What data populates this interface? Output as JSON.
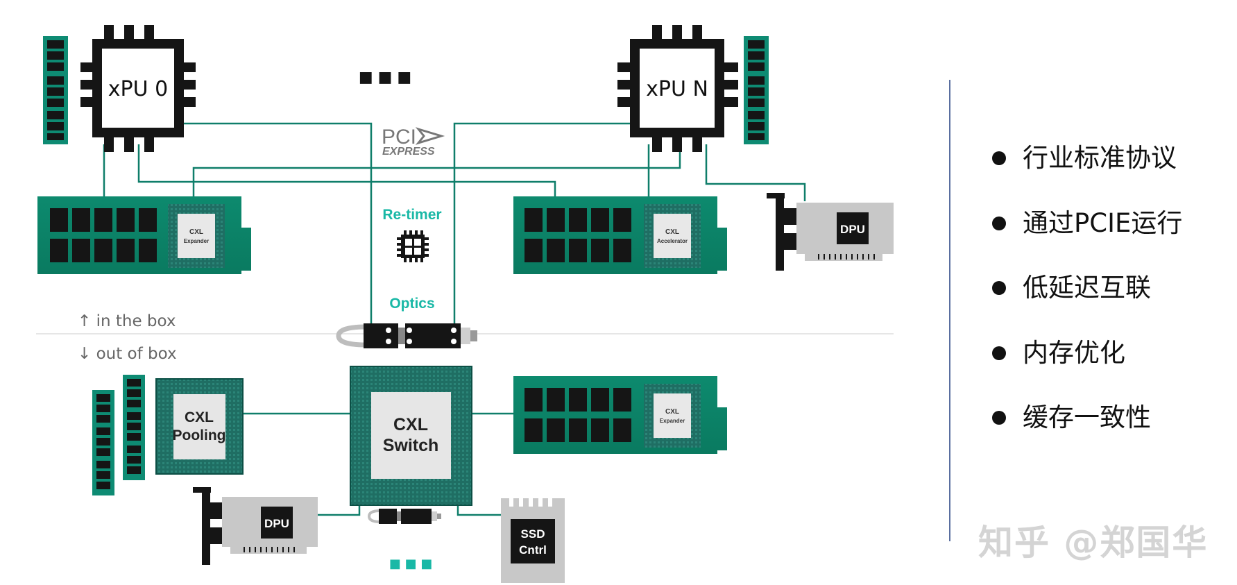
{
  "diagram": {
    "cpu_left": "xPU 0",
    "cpu_right": "xPU N",
    "top_ellipsis": "■ ■ ■",
    "bottom_ellipsis": "■ ■ ■",
    "pcie_logo_top": "PCI",
    "pcie_logo_bottom": "EXPRESS",
    "retimer_label": "Re-timer",
    "optics_label": "Optics",
    "in_box": "↑ in the box",
    "out_box": "↓ out of box",
    "cxl_expander_top": {
      "line1": "CXL",
      "line2": "Expander"
    },
    "cxl_accelerator": {
      "line1": "CXL",
      "line2": "Accelerator"
    },
    "cxl_expander_bottom": {
      "line1": "CXL",
      "line2": "Expander"
    },
    "dpu_top": "DPU",
    "dpu_bottom": "DPU",
    "cxl_pooling": {
      "line1": "CXL",
      "line2": "Pooling"
    },
    "cxl_switch": {
      "line1": "CXL",
      "line2": "Switch"
    },
    "ssd": {
      "line1": "SSD",
      "line2": "Cntrl"
    }
  },
  "features": [
    {
      "label": "行业标准协议"
    },
    {
      "label": "通过PCIE运行"
    },
    {
      "label": "低延迟互联"
    },
    {
      "label": "内存优化"
    },
    {
      "label": "缓存一致性"
    }
  ],
  "watermark": "知乎 @郑国华",
  "colors": {
    "teal": "#0e8b73",
    "teal_text": "#19b8a6",
    "chip_dark": "#151515"
  }
}
